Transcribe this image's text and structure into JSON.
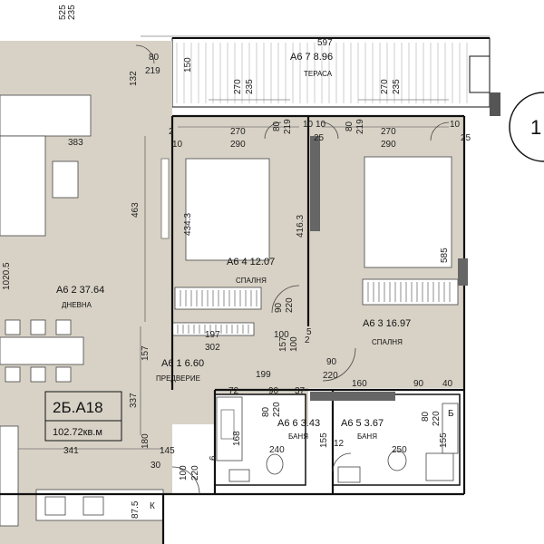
{
  "apartment": {
    "code": "2Б.А18",
    "area": "102.72кв.м"
  },
  "rooms": {
    "terrace": {
      "id": "А6 7 8.96",
      "name": "ТЕРАСА"
    },
    "living": {
      "id": "А6 2 37.64",
      "name": "ДНЕВНА"
    },
    "bedroom1": {
      "id": "А6 4 12.07",
      "name": "СПАЛНЯ"
    },
    "bedroom2": {
      "id": "А6 3 16.97",
      "name": "СПАЛНЯ"
    },
    "hall": {
      "id": "А6 1   6.60",
      "name": "ПРЕДВЕРИЕ"
    },
    "bath1": {
      "id": "А6 6 3.43",
      "name": "БАНЯ"
    },
    "bath2": {
      "id": "А6 5 3.67",
      "name": "БАНЯ"
    }
  },
  "dims": {
    "d525": "525",
    "d235a": "235",
    "d597": "597",
    "d80a": "80",
    "d219a": "219",
    "d150": "150",
    "d132": "132",
    "d270a": "270",
    "d235b": "235",
    "d270b": "270",
    "d235c": "235",
    "d270c": "270",
    "d80b": "80",
    "d219b": "219",
    "d10a": "10",
    "d10b": "10",
    "d270d": "270",
    "d10c": "10",
    "d2": "2",
    "d10d": "10",
    "d290a": "290",
    "d25a": "25",
    "d80c": "80",
    "d219c": "219",
    "d290b": "290",
    "d25b": "25",
    "d383": "383",
    "d463": "463",
    "d4343": "434.3",
    "d4163": "416.3",
    "d1020": "1020.5",
    "d585": "585",
    "d90a": "90",
    "d220a": "220",
    "d100a": "100",
    "d197": "197",
    "d302": "302",
    "d5": "5",
    "d2b": "2",
    "d157a": "157",
    "d157b": "157",
    "d100b": "100",
    "d90b": "90",
    "d220b": "220",
    "d199": "199",
    "d160": "160",
    "d90c": "90",
    "d40": "40",
    "d337": "337",
    "d72": "72",
    "d90d": "90",
    "d37": "37",
    "d80d": "80",
    "d220c": "220",
    "d80e": "80",
    "d220d": "220",
    "d168": "168",
    "d341": "341",
    "d180": "180",
    "d145": "145",
    "d155a": "155",
    "d12": "12",
    "d155b": "155",
    "d240": "240",
    "d250": "250",
    "d30": "30",
    "d100c": "100",
    "d220e": "220",
    "d870": "87.5",
    "d6": "6",
    "dB": "Б",
    "dK": "К"
  },
  "colors": {
    "room_fill": "#d8d2c6",
    "wall": "#111111",
    "accent": "#555555"
  }
}
